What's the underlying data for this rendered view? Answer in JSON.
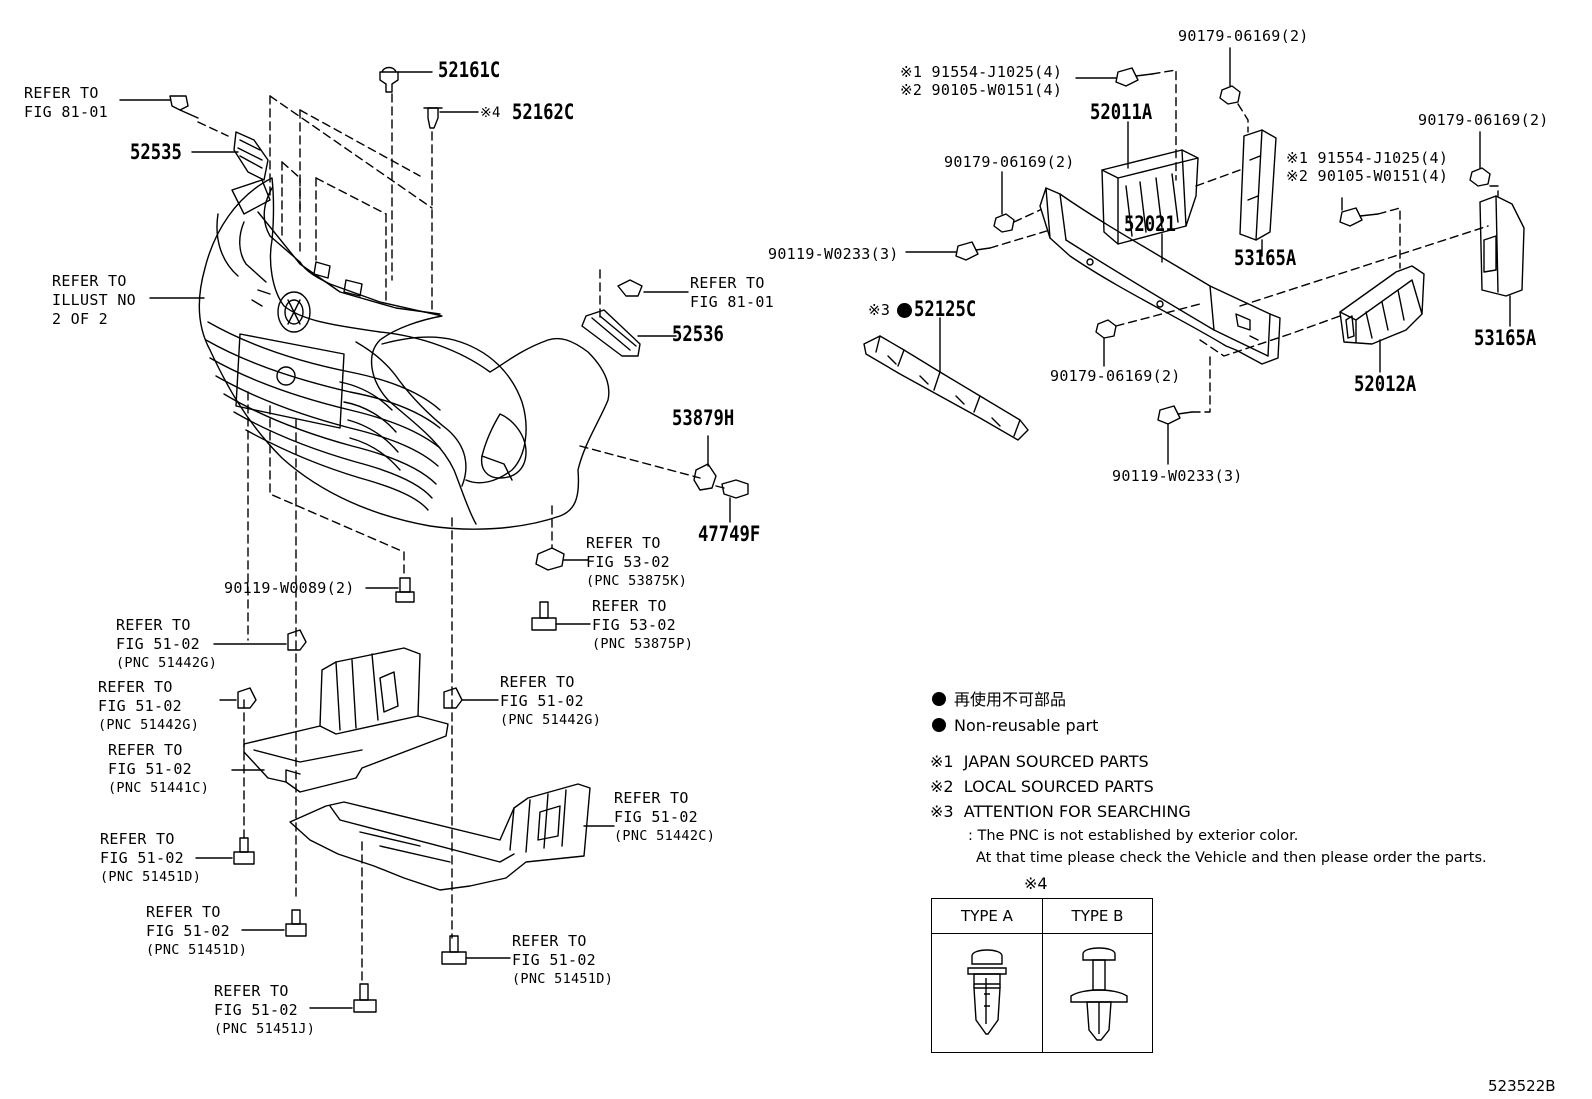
{
  "diagram": {
    "catalog_id": "523522B",
    "parts": {
      "p52161C": "52161C",
      "p52162C": "52162C",
      "p52162C_mark": "※4",
      "p52535": "52535",
      "p52536": "52536",
      "p53879H": "53879H",
      "p47749F": "47749F",
      "p52011A": "52011A",
      "p52021": "52021",
      "p53165A_1": "53165A",
      "p53165A_2": "53165A",
      "p52012A": "52012A",
      "p52125C": "52125C",
      "p52125C_mark": "※3"
    },
    "fasteners": {
      "f90119_W0089": "90119-W0089(2)",
      "f90119_W0233_a": "90119-W0233(3)",
      "f90119_W0233_b": "90119-W0233(3)",
      "f90179_top": "90179-06169(2)",
      "f90179_left": "90179-06169(2)",
      "f90179_right": "90179-06169(2)",
      "f90179_bottom": "90179-06169(2)",
      "f91554_a": "※1 91554-J1025(4)",
      "f90105_a": "※2 90105-W0151(4)",
      "f91554_b": "※1 91554-J1025(4)",
      "f90105_b": "※2 90105-W0151(4)"
    },
    "refs": {
      "r1": {
        "l1": "REFER TO",
        "l2": "FIG 81-01"
      },
      "r2": {
        "l1": "REFER TO",
        "l2": "ILLUST NO",
        "l3": "2 OF 2"
      },
      "r3": {
        "l1": "REFER TO",
        "l2": "FIG 81-01"
      },
      "r4": {
        "l1": "REFER TO",
        "l2": "FIG 53-02",
        "l3": "(PNC 53875K)"
      },
      "r5": {
        "l1": "REFER TO",
        "l2": "FIG 53-02",
        "l3": "(PNC 53875P)"
      },
      "r6": {
        "l1": "REFER TO",
        "l2": "FIG 51-02",
        "l3": "(PNC 51442G)"
      },
      "r7": {
        "l1": "REFER TO",
        "l2": "FIG 51-02",
        "l3": "(PNC 51442G)"
      },
      "r8": {
        "l1": "REFER TO",
        "l2": "FIG 51-02",
        "l3": "(PNC 51442G)"
      },
      "r9": {
        "l1": "REFER TO",
        "l2": "FIG 51-02",
        "l3": "(PNC 51441C)"
      },
      "r10": {
        "l1": "REFER TO",
        "l2": "FIG 51-02",
        "l3": "(PNC 51442C)"
      },
      "r11": {
        "l1": "REFER TO",
        "l2": "FIG 51-02",
        "l3": "(PNC 51451D)"
      },
      "r12": {
        "l1": "REFER TO",
        "l2": "FIG 51-02",
        "l3": "(PNC 51451D)"
      },
      "r13": {
        "l1": "REFER TO",
        "l2": "FIG 51-02",
        "l3": "(PNC 51451D)"
      },
      "r14": {
        "l1": "REFER TO",
        "l2": "FIG 51-02",
        "l3": "(PNC 51451J)"
      }
    }
  },
  "legend": {
    "dot_jp": "再使用不可部品",
    "dot_en": "Non-reusable part",
    "n1": "※1  JAPAN SOURCED PARTS",
    "n2": "※2  LOCAL SOURCED PARTS",
    "n3": "※3  ATTENTION FOR SEARCHING",
    "n3_line1": ": The PNC is not established by exterior color.",
    "n3_line2": "At that time please check the Vehicle and then please order the parts.",
    "types_mark": "※4",
    "type_a": "TYPE A",
    "type_b": "TYPE B"
  }
}
